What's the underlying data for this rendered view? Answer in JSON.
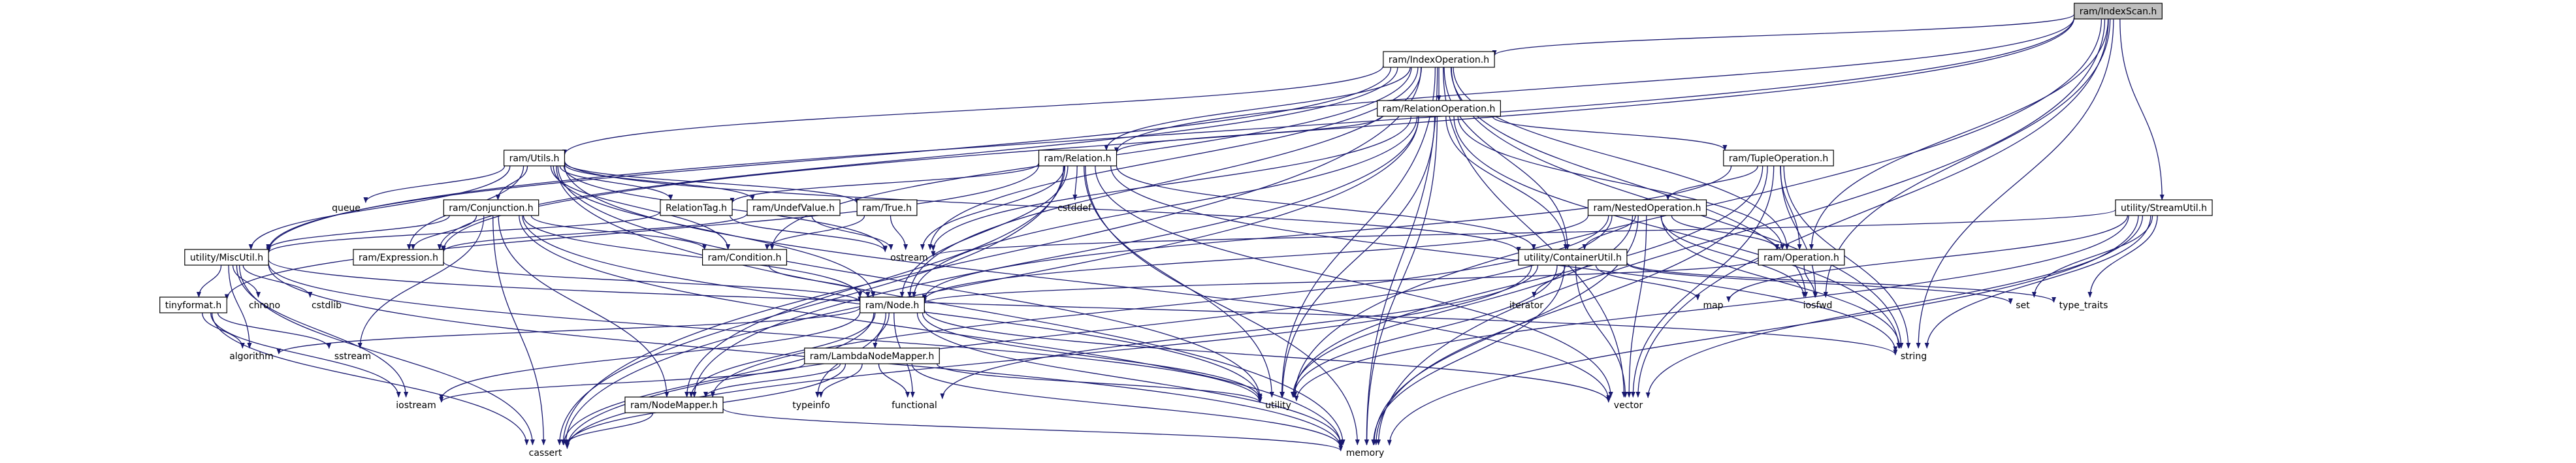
{
  "graph": {
    "root": "ram/IndexScan.h",
    "nodes": [
      {
        "id": "n1",
        "label": "ram/IndexScan.h",
        "root": true,
        "boxed": true
      },
      {
        "id": "n2",
        "label": "ram/IndexOperation.h",
        "boxed": true
      },
      {
        "id": "n3",
        "label": "ram/RelationOperation.h",
        "boxed": true
      },
      {
        "id": "n4",
        "label": "ram/Utils.h",
        "boxed": true
      },
      {
        "id": "n5",
        "label": "ram/Relation.h",
        "boxed": true
      },
      {
        "id": "n6",
        "label": "ram/TupleOperation.h",
        "boxed": true
      },
      {
        "id": "n7",
        "label": "utility/StreamUtil.h",
        "boxed": true
      },
      {
        "id": "n8",
        "label": "queue",
        "boxed": false
      },
      {
        "id": "n9",
        "label": "ram/Conjunction.h",
        "boxed": true
      },
      {
        "id": "n10",
        "label": "RelationTag.h",
        "boxed": true
      },
      {
        "id": "n11",
        "label": "ram/UndefValue.h",
        "boxed": true
      },
      {
        "id": "n12",
        "label": "ram/True.h",
        "boxed": true
      },
      {
        "id": "n13",
        "label": "cstddef",
        "boxed": false
      },
      {
        "id": "n14",
        "label": "ram/NestedOperation.h",
        "boxed": true
      },
      {
        "id": "n15",
        "label": "utility/MiscUtil.h",
        "boxed": true
      },
      {
        "id": "n16",
        "label": "ram/Expression.h",
        "boxed": true
      },
      {
        "id": "n17",
        "label": "ram/Condition.h",
        "boxed": true
      },
      {
        "id": "n18",
        "label": "ostream",
        "boxed": false
      },
      {
        "id": "n19",
        "label": "utility/ContainerUtil.h",
        "boxed": true
      },
      {
        "id": "n20",
        "label": "ram/Operation.h",
        "boxed": true
      },
      {
        "id": "n21",
        "label": "chrono",
        "boxed": false
      },
      {
        "id": "n22",
        "label": "cstdlib",
        "boxed": false
      },
      {
        "id": "n23",
        "label": "ram/Node.h",
        "boxed": true
      },
      {
        "id": "n24",
        "label": "iterator",
        "boxed": false
      },
      {
        "id": "n25",
        "label": "map",
        "boxed": false
      },
      {
        "id": "n26",
        "label": "iosfwd",
        "boxed": false
      },
      {
        "id": "n27",
        "label": "set",
        "boxed": false
      },
      {
        "id": "n28",
        "label": "type_traits",
        "boxed": false
      },
      {
        "id": "n29",
        "label": "tinyformat.h",
        "boxed": true
      },
      {
        "id": "n30",
        "label": "algorithm",
        "boxed": false
      },
      {
        "id": "n31",
        "label": "sstream",
        "boxed": false
      },
      {
        "id": "n32",
        "label": "ram/LambdaNodeMapper.h",
        "boxed": true
      },
      {
        "id": "n33",
        "label": "string",
        "boxed": false
      },
      {
        "id": "n34",
        "label": "iostream",
        "boxed": false
      },
      {
        "id": "n35",
        "label": "ram/NodeMapper.h",
        "boxed": true
      },
      {
        "id": "n36",
        "label": "typeinfo",
        "boxed": false
      },
      {
        "id": "n37",
        "label": "functional",
        "boxed": false
      },
      {
        "id": "n38",
        "label": "utility",
        "boxed": false
      },
      {
        "id": "n39",
        "label": "vector",
        "boxed": false
      },
      {
        "id": "n40",
        "label": "cassert",
        "boxed": false
      },
      {
        "id": "n41",
        "label": "memory",
        "boxed": false
      }
    ],
    "edges": [
      [
        "n1",
        "n2"
      ],
      [
        "n1",
        "n20"
      ],
      [
        "n1",
        "n7"
      ],
      [
        "n1",
        "n26"
      ],
      [
        "n1",
        "n33"
      ],
      [
        "n1",
        "n38"
      ],
      [
        "n1",
        "n39"
      ],
      [
        "n1",
        "n41"
      ],
      [
        "n1",
        "n15"
      ],
      [
        "n1",
        "n16"
      ],
      [
        "n1",
        "n5"
      ],
      [
        "n2",
        "n3"
      ],
      [
        "n2",
        "n5"
      ],
      [
        "n2",
        "n4"
      ],
      [
        "n2",
        "n15"
      ],
      [
        "n2",
        "n16"
      ],
      [
        "n2",
        "n20"
      ],
      [
        "n2",
        "n19"
      ],
      [
        "n2",
        "n18"
      ],
      [
        "n2",
        "n26"
      ],
      [
        "n2",
        "n33"
      ],
      [
        "n2",
        "n38"
      ],
      [
        "n2",
        "n39"
      ],
      [
        "n2",
        "n41"
      ],
      [
        "n2",
        "n40"
      ],
      [
        "n2",
        "n17"
      ],
      [
        "n2",
        "n23"
      ],
      [
        "n3",
        "n5"
      ],
      [
        "n3",
        "n6"
      ],
      [
        "n3",
        "n20"
      ],
      [
        "n3",
        "n19"
      ],
      [
        "n3",
        "n23"
      ],
      [
        "n3",
        "n33"
      ],
      [
        "n3",
        "n38"
      ],
      [
        "n3",
        "n41"
      ],
      [
        "n3",
        "n40"
      ],
      [
        "n3",
        "n35"
      ],
      [
        "n3",
        "n18"
      ],
      [
        "n4",
        "n8"
      ],
      [
        "n4",
        "n9"
      ],
      [
        "n4",
        "n10"
      ],
      [
        "n4",
        "n11"
      ],
      [
        "n4",
        "n12"
      ],
      [
        "n4",
        "n15"
      ],
      [
        "n4",
        "n16"
      ],
      [
        "n4",
        "n17"
      ],
      [
        "n4",
        "n18"
      ],
      [
        "n4",
        "n19"
      ],
      [
        "n4",
        "n23"
      ],
      [
        "n4",
        "n38"
      ],
      [
        "n4",
        "n39"
      ],
      [
        "n4",
        "n41"
      ],
      [
        "n5",
        "n10"
      ],
      [
        "n5",
        "n13"
      ],
      [
        "n5",
        "n18"
      ],
      [
        "n5",
        "n19"
      ],
      [
        "n5",
        "n23"
      ],
      [
        "n5",
        "n33"
      ],
      [
        "n5",
        "n38"
      ],
      [
        "n5",
        "n39"
      ],
      [
        "n5",
        "n41"
      ],
      [
        "n5",
        "n40"
      ],
      [
        "n5",
        "n35"
      ],
      [
        "n5",
        "n29"
      ],
      [
        "n6",
        "n14"
      ],
      [
        "n6",
        "n20"
      ],
      [
        "n6",
        "n23"
      ],
      [
        "n6",
        "n33"
      ],
      [
        "n6",
        "n38"
      ],
      [
        "n6",
        "n39"
      ],
      [
        "n6",
        "n41"
      ],
      [
        "n6",
        "n26"
      ],
      [
        "n7",
        "n25"
      ],
      [
        "n7",
        "n27"
      ],
      [
        "n7",
        "n28"
      ],
      [
        "n7",
        "n33"
      ],
      [
        "n7",
        "n38"
      ],
      [
        "n7",
        "n39"
      ],
      [
        "n7",
        "n41"
      ],
      [
        "n7",
        "n18"
      ],
      [
        "n9",
        "n15"
      ],
      [
        "n9",
        "n16"
      ],
      [
        "n9",
        "n17"
      ],
      [
        "n9",
        "n23"
      ],
      [
        "n9",
        "n31"
      ],
      [
        "n9",
        "n38"
      ],
      [
        "n9",
        "n40"
      ],
      [
        "n9",
        "n41"
      ],
      [
        "n9",
        "n35"
      ],
      [
        "n10",
        "n15"
      ],
      [
        "n10",
        "n18"
      ],
      [
        "n11",
        "n16"
      ],
      [
        "n11",
        "n18"
      ],
      [
        "n12",
        "n17"
      ],
      [
        "n12",
        "n18"
      ],
      [
        "n14",
        "n20"
      ],
      [
        "n14",
        "n19"
      ],
      [
        "n14",
        "n23"
      ],
      [
        "n14",
        "n26"
      ],
      [
        "n14",
        "n33"
      ],
      [
        "n14",
        "n38"
      ],
      [
        "n14",
        "n39"
      ],
      [
        "n14",
        "n40"
      ],
      [
        "n14",
        "n41"
      ],
      [
        "n14",
        "n35"
      ],
      [
        "n15",
        "n21"
      ],
      [
        "n15",
        "n22"
      ],
      [
        "n15",
        "n29"
      ],
      [
        "n15",
        "n30"
      ],
      [
        "n15",
        "n33"
      ],
      [
        "n15",
        "n34"
      ],
      [
        "n15",
        "n38"
      ],
      [
        "n15",
        "n40"
      ],
      [
        "n15",
        "n41"
      ],
      [
        "n16",
        "n23"
      ],
      [
        "n17",
        "n23"
      ],
      [
        "n19",
        "n24"
      ],
      [
        "n19",
        "n25"
      ],
      [
        "n19",
        "n27"
      ],
      [
        "n19",
        "n28"
      ],
      [
        "n19",
        "n37"
      ],
      [
        "n19",
        "n38"
      ],
      [
        "n19",
        "n39"
      ],
      [
        "n19",
        "n40"
      ],
      [
        "n19",
        "n41"
      ],
      [
        "n20",
        "n23"
      ],
      [
        "n20",
        "n26"
      ],
      [
        "n23",
        "n30"
      ],
      [
        "n23",
        "n32"
      ],
      [
        "n23",
        "n35"
      ],
      [
        "n23",
        "n34"
      ],
      [
        "n23",
        "n36"
      ],
      [
        "n23",
        "n37"
      ],
      [
        "n23",
        "n38"
      ],
      [
        "n23",
        "n39"
      ],
      [
        "n23",
        "n40"
      ],
      [
        "n23",
        "n41"
      ],
      [
        "n29",
        "n30"
      ],
      [
        "n29",
        "n31"
      ],
      [
        "n29",
        "n34"
      ],
      [
        "n29",
        "n40"
      ],
      [
        "n32",
        "n35"
      ],
      [
        "n32",
        "n34"
      ],
      [
        "n32",
        "n36"
      ],
      [
        "n32",
        "n37"
      ],
      [
        "n32",
        "n38"
      ],
      [
        "n32",
        "n40"
      ],
      [
        "n32",
        "n41"
      ],
      [
        "n35",
        "n40"
      ],
      [
        "n35",
        "n41"
      ]
    ]
  }
}
